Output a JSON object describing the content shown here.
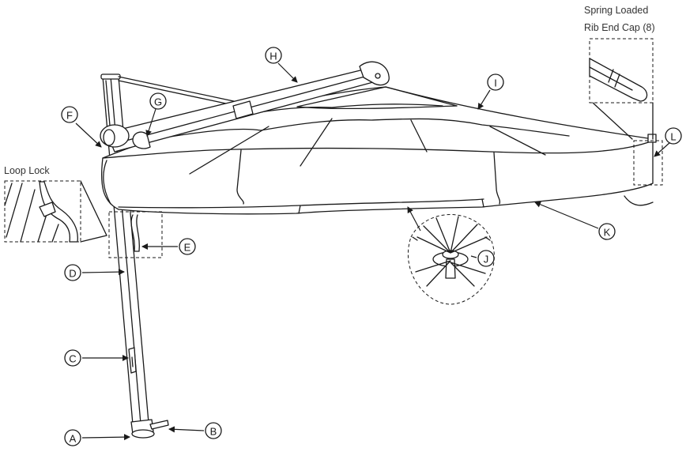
{
  "captions": {
    "loop_lock": "Loop Lock",
    "rib_end_cap_line1": "Spring Loaded",
    "rib_end_cap_line2": "Rib End Cap (8)"
  },
  "callouts": {
    "a": "A",
    "b": "B",
    "c": "C",
    "d": "D",
    "e": "E",
    "f": "F",
    "g": "G",
    "h": "H",
    "i": "I",
    "j": "J",
    "k": "K",
    "l": "L"
  },
  "colors": {
    "line": "#1a1a1a",
    "background": "#ffffff"
  }
}
